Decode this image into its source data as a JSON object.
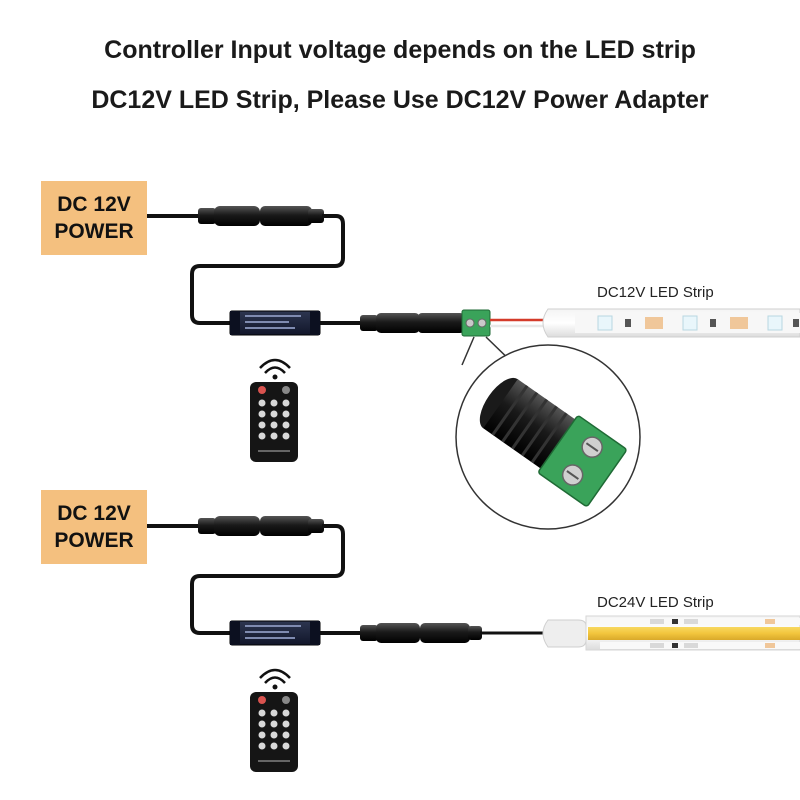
{
  "headline": {
    "line1": "Controller Input voltage depends on the LED strip",
    "line2": "DC12V LED Strip, Please Use DC12V Power Adapter"
  },
  "setups": [
    {
      "power_line1": "DC 12V",
      "power_line2": "POWER",
      "strip_label": "DC12V LED Strip",
      "adapter": "green-screw-terminal-dc-adapter"
    },
    {
      "power_line1": "DC 12V",
      "power_line2": "POWER",
      "strip_label": "DC24V LED Strip",
      "adapter": "direct-dc-connector"
    }
  ],
  "colors": {
    "power_box": "#f4c07f",
    "cable": "#111111",
    "terminal_green": "#3aa35a",
    "cob_yellow": "#f2c53d"
  },
  "icons": [
    "remote-control-icon",
    "wifi-signal-icon",
    "dc-female-adapter-icon"
  ]
}
